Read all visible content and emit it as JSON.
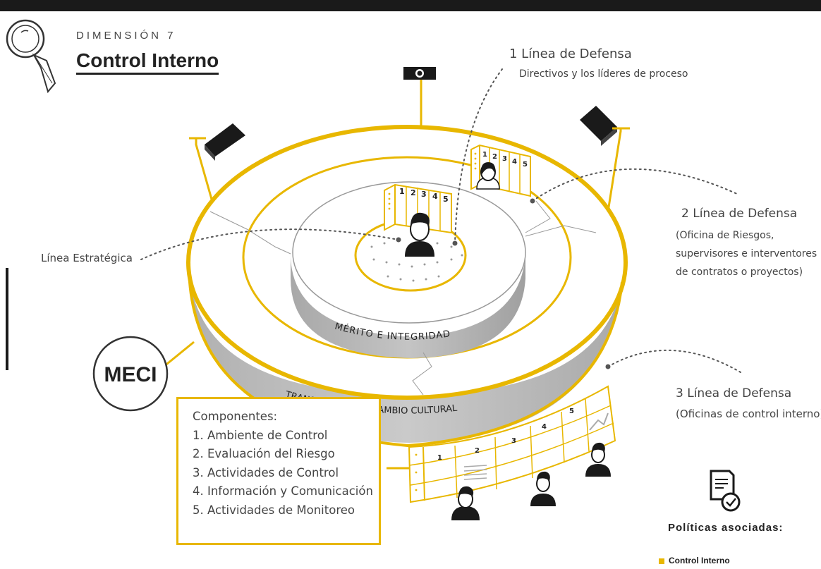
{
  "header": {
    "dimension_label": "DIMENSIÓN 7",
    "title": "Control Interno"
  },
  "lines_of_defense": {
    "line1_title": "1 Línea de Defensa",
    "line1_desc": "Directivos y los líderes de proceso",
    "line2_title": "2 Línea de Defensa",
    "line2_desc_1": "(Oficina de Riesgos,",
    "line2_desc_2": "supervisores e interventores",
    "line2_desc_3": "de contratos o proyectos)",
    "line3_title": "3 Línea de Defensa",
    "line3_desc": "(Oficinas de control interno)",
    "strategic": "Línea Estratégica"
  },
  "rings": {
    "inner_ring_text": "MÉRITO  E  INTEGRIDAD",
    "outer_ring_text": "TRANSPARENCIA Y CAMBIO CULTURAL"
  },
  "meci": "MECI",
  "panel_numbers": [
    "1",
    "2",
    "3",
    "4",
    "5"
  ],
  "components": {
    "heading": "Componentes:",
    "items": [
      "1. Ambiente de Control",
      "2. Evaluación del Riesgo",
      "3. Actividades de Control",
      "4. Información y Comunicación",
      "5. Actividades de Monitoreo"
    ]
  },
  "policies": {
    "heading": "Políticas asociadas:",
    "item": "Control Interno"
  },
  "colors": {
    "accent": "#e8b700",
    "dark": "#1a1a1a",
    "ring_gray": "#b9b9b9"
  }
}
